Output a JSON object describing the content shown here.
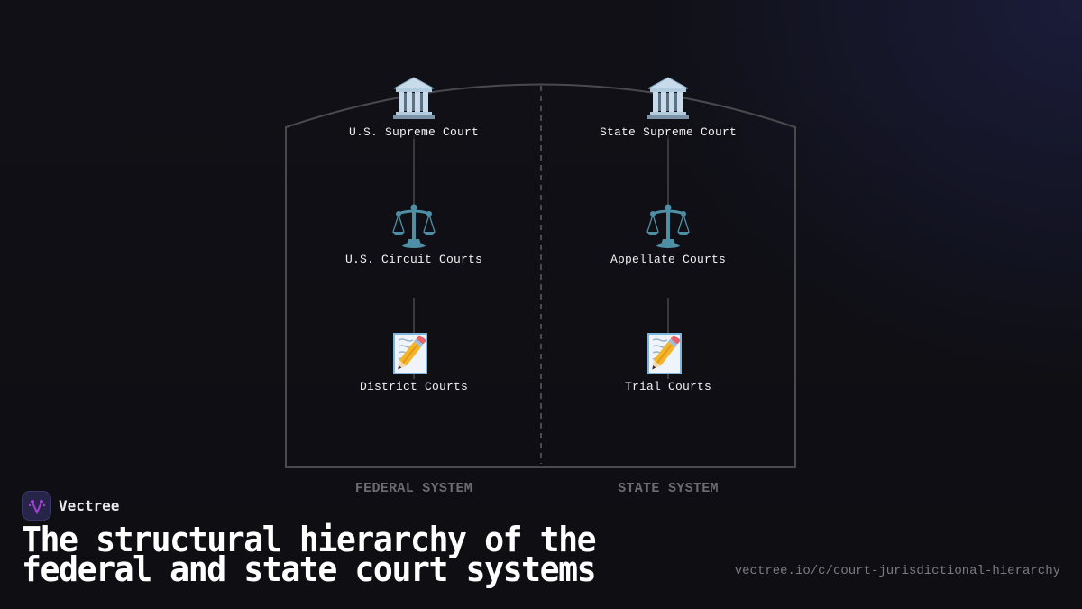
{
  "diagram": {
    "title": "The structural hierarchy of the federal and state court systems",
    "columns": [
      {
        "system_label": "FEDERAL SYSTEM",
        "levels": [
          {
            "label": "U.S. Supreme Court",
            "icon": "classical-building-icon"
          },
          {
            "label": "U.S. Circuit Courts",
            "icon": "balance-scale-icon"
          },
          {
            "label": "District Courts",
            "icon": "memo-pencil-icon"
          }
        ]
      },
      {
        "system_label": "STATE SYSTEM",
        "levels": [
          {
            "label": "State Supreme Court",
            "icon": "classical-building-icon"
          },
          {
            "label": "Appellate Courts",
            "icon": "balance-scale-icon"
          },
          {
            "label": "Trial Courts",
            "icon": "memo-pencil-icon"
          }
        ]
      }
    ]
  },
  "brand": {
    "name": "Vectree",
    "accent": "#a63fd6"
  },
  "headline": {
    "line1": "The structural hierarchy of the",
    "line2": "federal and state court systems"
  },
  "footer": {
    "url": "vectree.io/c/court-jurisdictional-hierarchy"
  },
  "colors": {
    "background": "#101016",
    "frame_stroke": "#4a4a4e",
    "system_label": "#6c6c70",
    "url_text": "#7a7a80"
  }
}
